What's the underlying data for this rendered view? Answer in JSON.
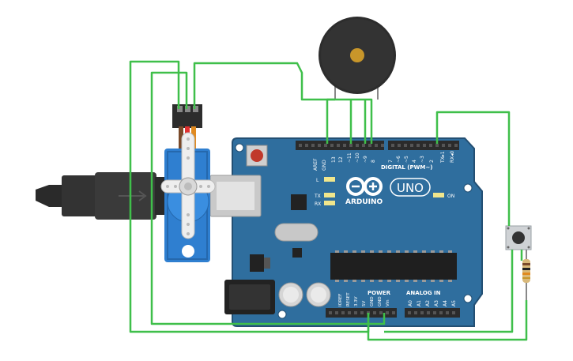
{
  "board": {
    "aref": "AREF",
    "gnd": "GND",
    "digital_pins": [
      "13",
      "12",
      "~11",
      "~10",
      "~9",
      "8",
      "7",
      "~6",
      "~5",
      "4",
      "~3",
      "2",
      "TX▸1",
      "RX◂0"
    ],
    "digital_label": "DIGITAL (PWM~)",
    "led_l": "L",
    "led_tx": "TX",
    "led_rx": "RX",
    "logo": "ARDUINO",
    "model": "UNO",
    "on": "ON",
    "power_label": "POWER",
    "power_pins": [
      "IOREF",
      "RESET",
      "3.3V",
      "5V",
      "GND",
      "GND",
      "Vin"
    ],
    "analog_label": "ANALOG IN",
    "analog_pins": [
      "A0",
      "A1",
      "A2",
      "A3",
      "A4",
      "A5"
    ]
  },
  "colors": {
    "board": "#2f6e9e",
    "board_edge": "#234f73",
    "header": "#2b2b2b",
    "wire": "#3fbf4a",
    "servo": "#2f7fd0",
    "buzzer": "#2d2d2d",
    "buzzer_center": "#c8962a",
    "button": "#9aa0a6"
  },
  "icons": [
    "usb-plug-icon",
    "servo-icon",
    "buzzer-icon",
    "pushbutton-icon",
    "resistor-icon",
    "arduino-logo-icon"
  ]
}
